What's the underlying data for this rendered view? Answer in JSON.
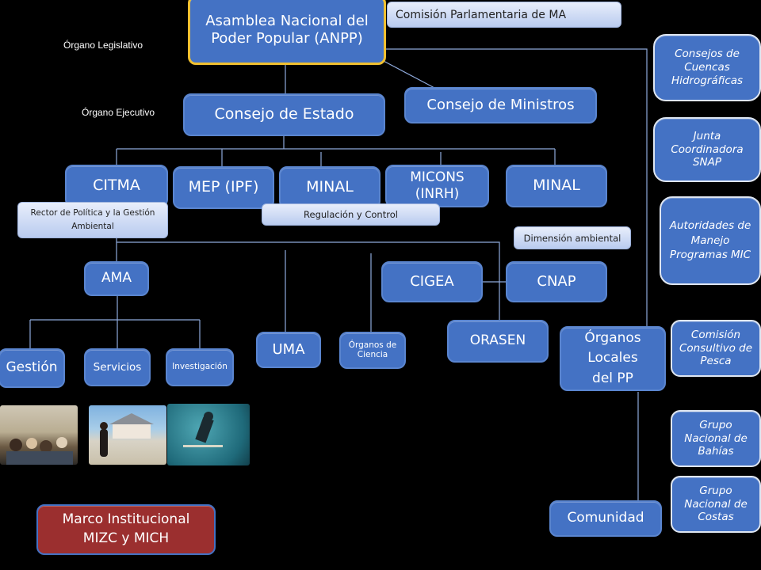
{
  "top": {
    "anpp": "Asamblea Nacional del Poder Popular (ANPP)",
    "comision_parlamentaria": "Comisión Parlamentaria de MA"
  },
  "labels": {
    "organo_legislativo": "Órgano Legislativo",
    "organo_ejecutivo": "Órgano Ejecutivo"
  },
  "executive": {
    "consejo_estado": "Consejo de Estado",
    "consejo_ministros": "Consejo de Ministros"
  },
  "ministries": [
    "CITMA",
    "MEP (IPF)",
    "MINAL",
    "MICONS (INRH)",
    "MINAL"
  ],
  "notes": {
    "rector": "Rector de Política y la Gestión Ambiental",
    "regulacion": "Regulación  y  Control",
    "dimension": "Dimensión ambiental"
  },
  "agencies": {
    "ama": "AMA",
    "cigea": "CIGEA",
    "cnap": "CNAP",
    "uma": "UMA",
    "organos_ciencia": "Órganos de Ciencia",
    "orasen": "ORASEN",
    "organos_locales": "Órganos Locales del PP",
    "comunidad": "Comunidad"
  },
  "ama_children": {
    "gestion": "Gestión",
    "servicios": "Servicios",
    "investigacion": "Investigación"
  },
  "side_bodies": [
    "Consejos de Cuencas Hidrográficas",
    "Junta Coordinadora SNAP",
    "Autoridades de Manejo Programas MIC",
    "Comisión Consultivo de Pesca",
    "Grupo Nacional de Bahías",
    "Grupo Nacional de Costas"
  ],
  "marco": "Marco Institucional MIZC y MICH",
  "colors": {
    "node_fill": "#4472c4",
    "anpp_border": "#f0c030",
    "marco_fill": "#9b2f2f",
    "connector": "#8ea9db"
  }
}
